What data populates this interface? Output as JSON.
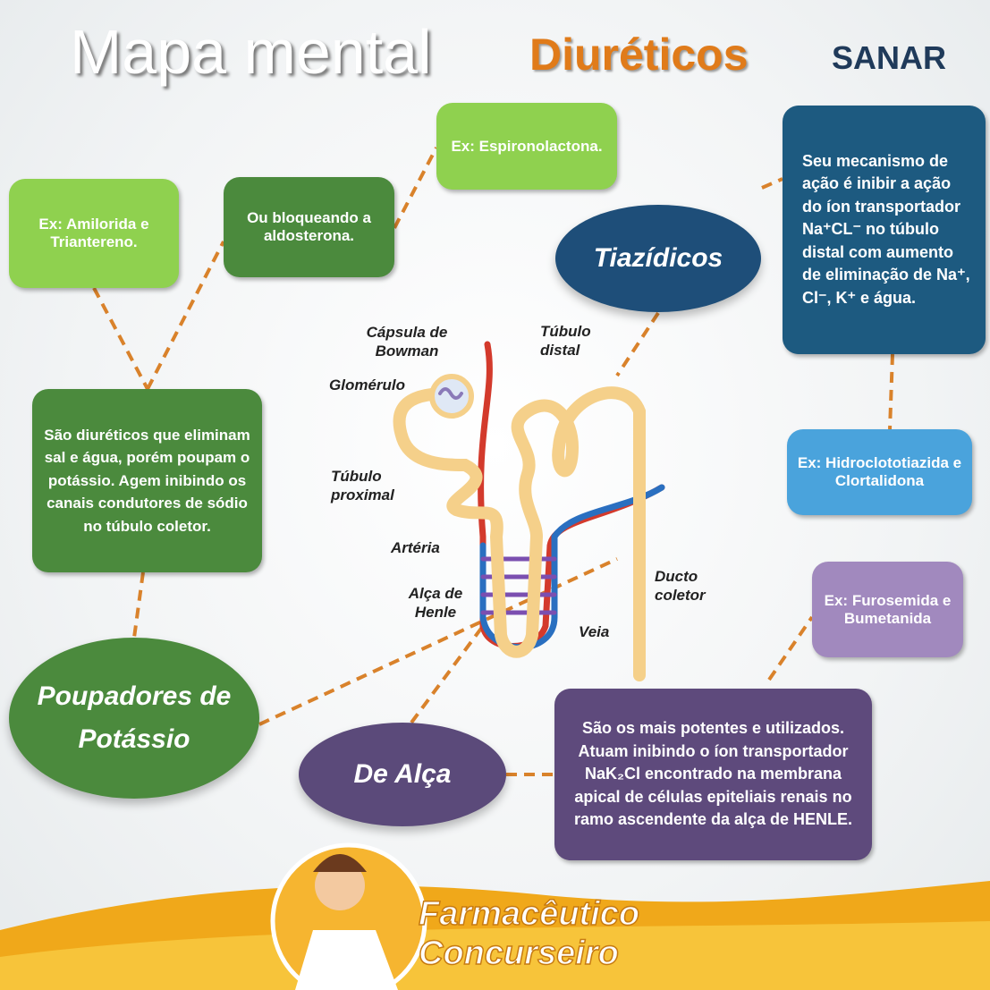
{
  "header": {
    "title": "Mapa mental",
    "subtitle": "Diuréticos",
    "logo": "SANAR"
  },
  "colors": {
    "dark_green": "#4b8a3d",
    "light_green": "#8fd14f",
    "dark_blue": "#1d5a80",
    "light_blue": "#4aa3dc",
    "purple": "#5e4a7c",
    "lilac": "#a189be",
    "orange": "#e07b1a"
  },
  "nodes": {
    "espironolactona": "Ex: Espironolactona.",
    "amilorida": "Ex: Amilorida e Triantereno.",
    "aldosterona": "Ou bloqueando a aldosterona.",
    "tiazidicos": "Tiazídicos",
    "tiazidicos_desc": "Seu mecanismo de ação é inibir a ação do íon transportador Na⁺CL⁻ no túbulo distal com aumento de eliminação de Na⁺, Cl⁻, K⁺ e água.",
    "tiazidicos_ex": "Ex: Hidroclototiazida e Clortalidona",
    "poupadores_desc": "São diuréticos que eliminam sal e água, porém poupam o potássio. Agem inibindo os canais condutores de sódio no túbulo coletor.",
    "poupadores": "Poupadores de Potássio",
    "alca_ex": "Ex: Furosemida e Bumetanida",
    "alca": "De Alça",
    "alca_desc": "São os mais potentes e utilizados. Atuam inibindo o íon transportador NaK₂Cl encontrado na membrana apical de células epiteliais renais no ramo ascendente da alça de HENLE."
  },
  "nephron_labels": {
    "capsula": "Cápsula de Bowman",
    "glomerulo": "Glomérulo",
    "tubulo_proximal": "Túbulo proximal",
    "tubulo_distal": "Túbulo distal",
    "arteria": "Artéria",
    "alca_henle": "Alça de Henle",
    "ducto": "Ducto coletor",
    "veia": "Veia"
  },
  "footer": {
    "brand_line1": "Farmacêutico",
    "brand_line2": "Concurseiro"
  }
}
